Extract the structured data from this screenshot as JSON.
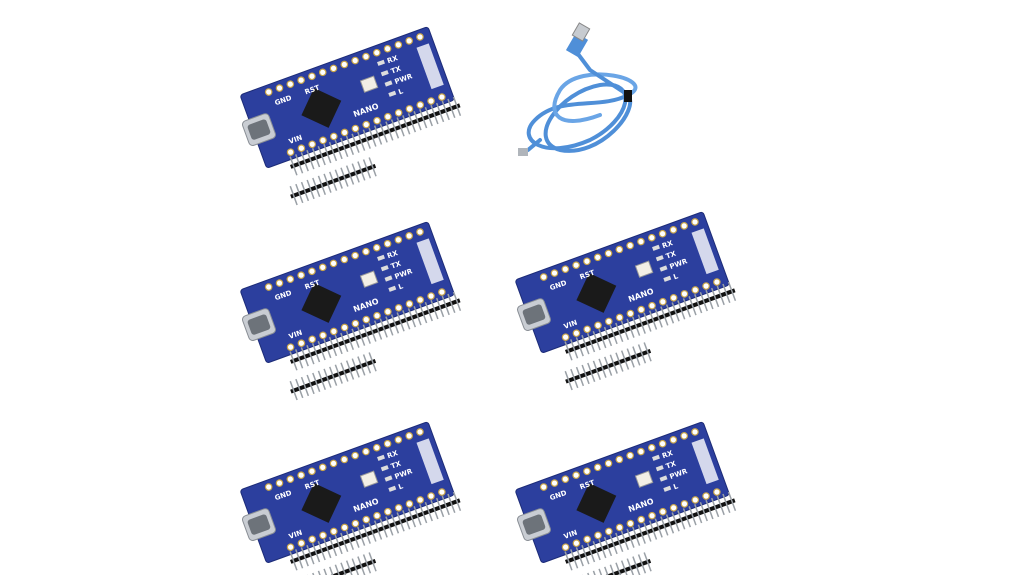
{
  "scene": {
    "background": "#ffffff",
    "board_color": "#2c3f9e",
    "cable_color": "#4f8fd8",
    "board_count": 5,
    "board_silkscreen": [
      "NANO",
      "RX",
      "TX",
      "PWR",
      "L",
      "GND",
      "RST",
      "VIN"
    ]
  }
}
